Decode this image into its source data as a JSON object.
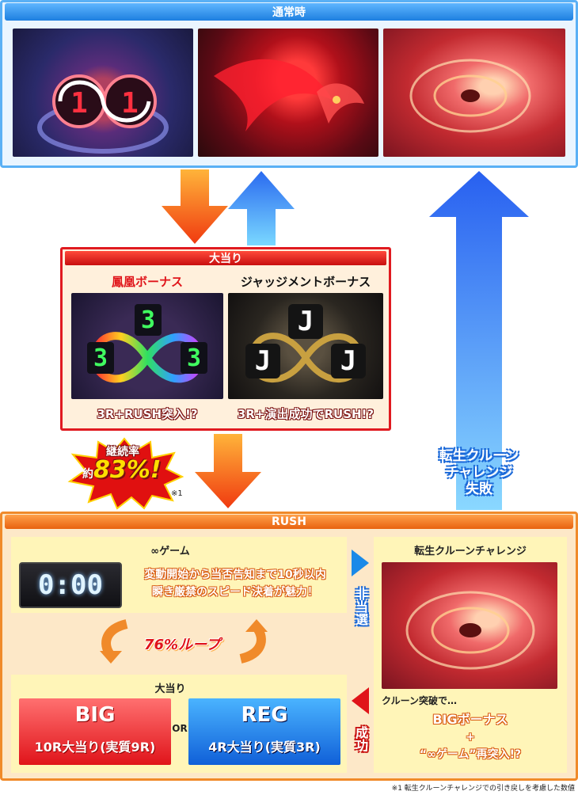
{
  "normal": {
    "header": "通常時"
  },
  "jackpot": {
    "header": "大当り",
    "left_title": "鳳凰ボーナス",
    "right_title": "ジャッジメントボーナス",
    "left_caption": "3R+RUSH突入!?",
    "right_caption": "3R+演出成功でRUSH!?",
    "left_digits": [
      "3",
      "3",
      "3"
    ],
    "right_digits": [
      "J",
      "J",
      "J"
    ]
  },
  "continuation": {
    "label": "継続率",
    "prefix": "約",
    "value": "83%!",
    "note": "※1"
  },
  "crane_fail": {
    "line1": "転生クルーン",
    "line2": "チャレンジ",
    "line3": "失敗"
  },
  "rush": {
    "header": "RUSH",
    "infinity_game": {
      "title": "∞ゲーム",
      "display": "0:00",
      "desc_line1": "変動開始から当否告知まで10秒以内",
      "desc_line2": "瞬き厳禁のスピード決着が魅力！"
    },
    "loop_label": "76%ループ",
    "jackpot": {
      "title": "大当り",
      "big_title": "BIG",
      "big_detail": "10R大当り(実質9R)",
      "or_label": "OR",
      "reg_title": "REG",
      "reg_detail": "4R大当り(実質3R)"
    },
    "miss_label": "非当選",
    "success_label": "成功",
    "crane": {
      "title": "転生クルーンチャレンジ",
      "caption": "クルーン突破で…",
      "result1": "BIGボーナス",
      "plus": "+",
      "result2": "“∞ゲーム”再突入!?"
    }
  },
  "footnote": "※1 転生クルーンチャレンジでの引き戻しを考慮した数値",
  "colors": {
    "blue": "#2b8ef0",
    "red": "#d8141a",
    "orange": "#f07a1a",
    "yellow_bg": "#fff5b8"
  }
}
